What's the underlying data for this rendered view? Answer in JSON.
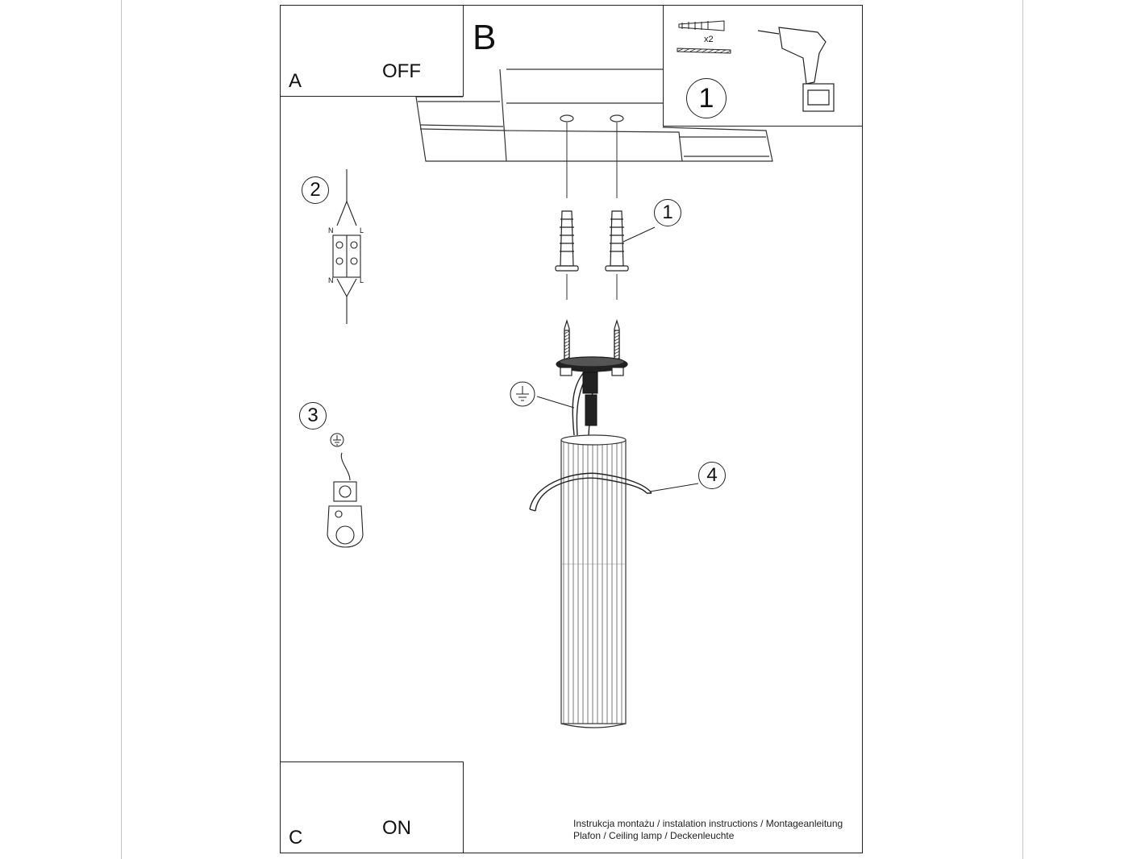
{
  "panel_a": {
    "letter": "A",
    "state": "OFF"
  },
  "panel_b": {
    "letter": "B"
  },
  "panel_c": {
    "letter": "C",
    "state": "ON"
  },
  "tools": {
    "quantity": "x2",
    "step": "1"
  },
  "steps": {
    "two": "2",
    "three": "3"
  },
  "connector": {
    "n_top": "N",
    "l_top": "L",
    "n_bottom": "N",
    "l_bottom": "L"
  },
  "callouts": {
    "anchor": "1",
    "cover": "4"
  },
  "footer": {
    "line1": "Instrukcja montażu / instalation instructions / Montageanleitung",
    "line2": "Plafon / Ceiling lamp / Deckenleuchte"
  }
}
